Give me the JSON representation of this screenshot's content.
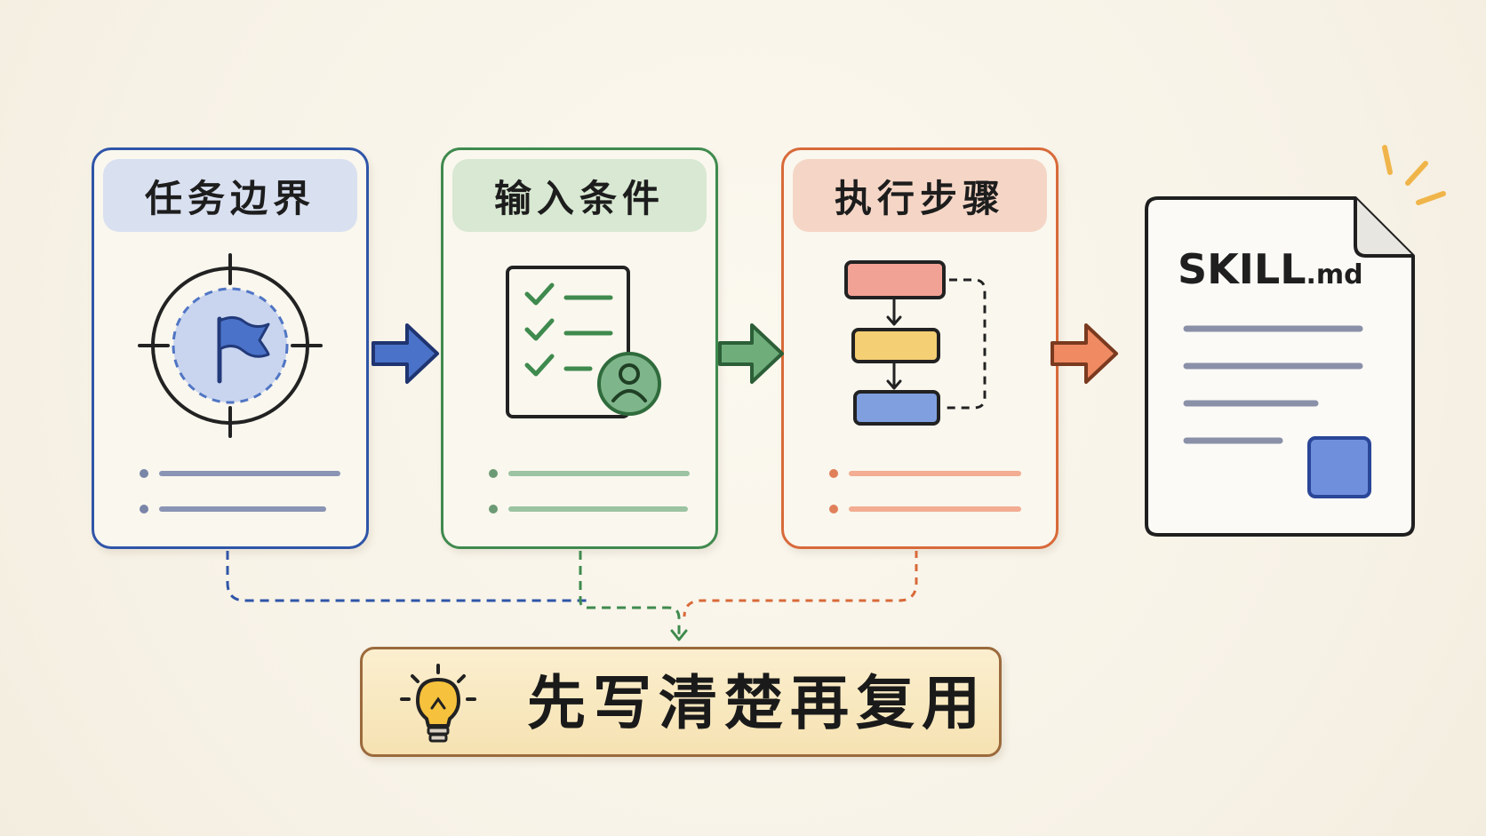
{
  "cards": [
    {
      "id": "task-boundary",
      "title": "任务边界",
      "icon": "target-flag-icon",
      "accent": "#2f55a8"
    },
    {
      "id": "input-conditions",
      "title": "输入条件",
      "icon": "checklist-user-icon",
      "accent": "#3f8a4e"
    },
    {
      "id": "execution-steps",
      "title": "执行步骤",
      "icon": "flowchart-icon",
      "accent": "#d86a3a"
    }
  ],
  "document": {
    "title_main": "SKILL",
    "title_ext": ".md",
    "icon": "document-icon"
  },
  "banner": {
    "text": "先写清楚再复用",
    "icon": "lightbulb-icon"
  },
  "colors": {
    "blue": "#2f55a8",
    "green": "#3f8a4e",
    "orange": "#d86a3a",
    "gold": "#9b6a3c",
    "background": "#f8f4e9"
  }
}
